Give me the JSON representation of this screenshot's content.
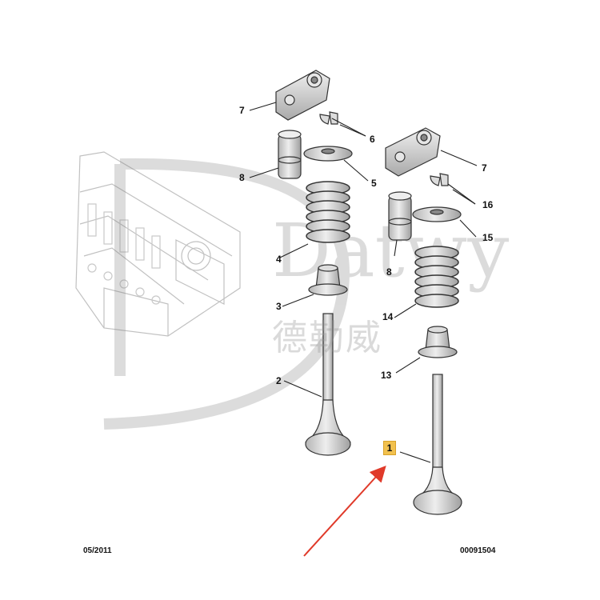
{
  "watermark": {
    "latin": "Datwy",
    "chinese": "德勒威",
    "color": "#9a9a9a"
  },
  "callouts": [
    {
      "id": "7a",
      "label": "7"
    },
    {
      "id": "6",
      "label": "6"
    },
    {
      "id": "8a",
      "label": "8"
    },
    {
      "id": "5",
      "label": "5"
    },
    {
      "id": "4",
      "label": "4"
    },
    {
      "id": "3",
      "label": "3"
    },
    {
      "id": "2",
      "label": "2"
    },
    {
      "id": "7b",
      "label": "7"
    },
    {
      "id": "16",
      "label": "16"
    },
    {
      "id": "15",
      "label": "15"
    },
    {
      "id": "8b",
      "label": "8"
    },
    {
      "id": "14",
      "label": "14"
    },
    {
      "id": "13",
      "label": "13"
    },
    {
      "id": "1",
      "label": "1",
      "highlighted": true
    }
  ],
  "footer": {
    "date": "05/2011",
    "reference": "00091504"
  },
  "colors": {
    "highlight": "#f2c14e",
    "arrow": "#e03a2a",
    "part_fill": "#d9d9d9",
    "part_stroke": "#333333"
  }
}
